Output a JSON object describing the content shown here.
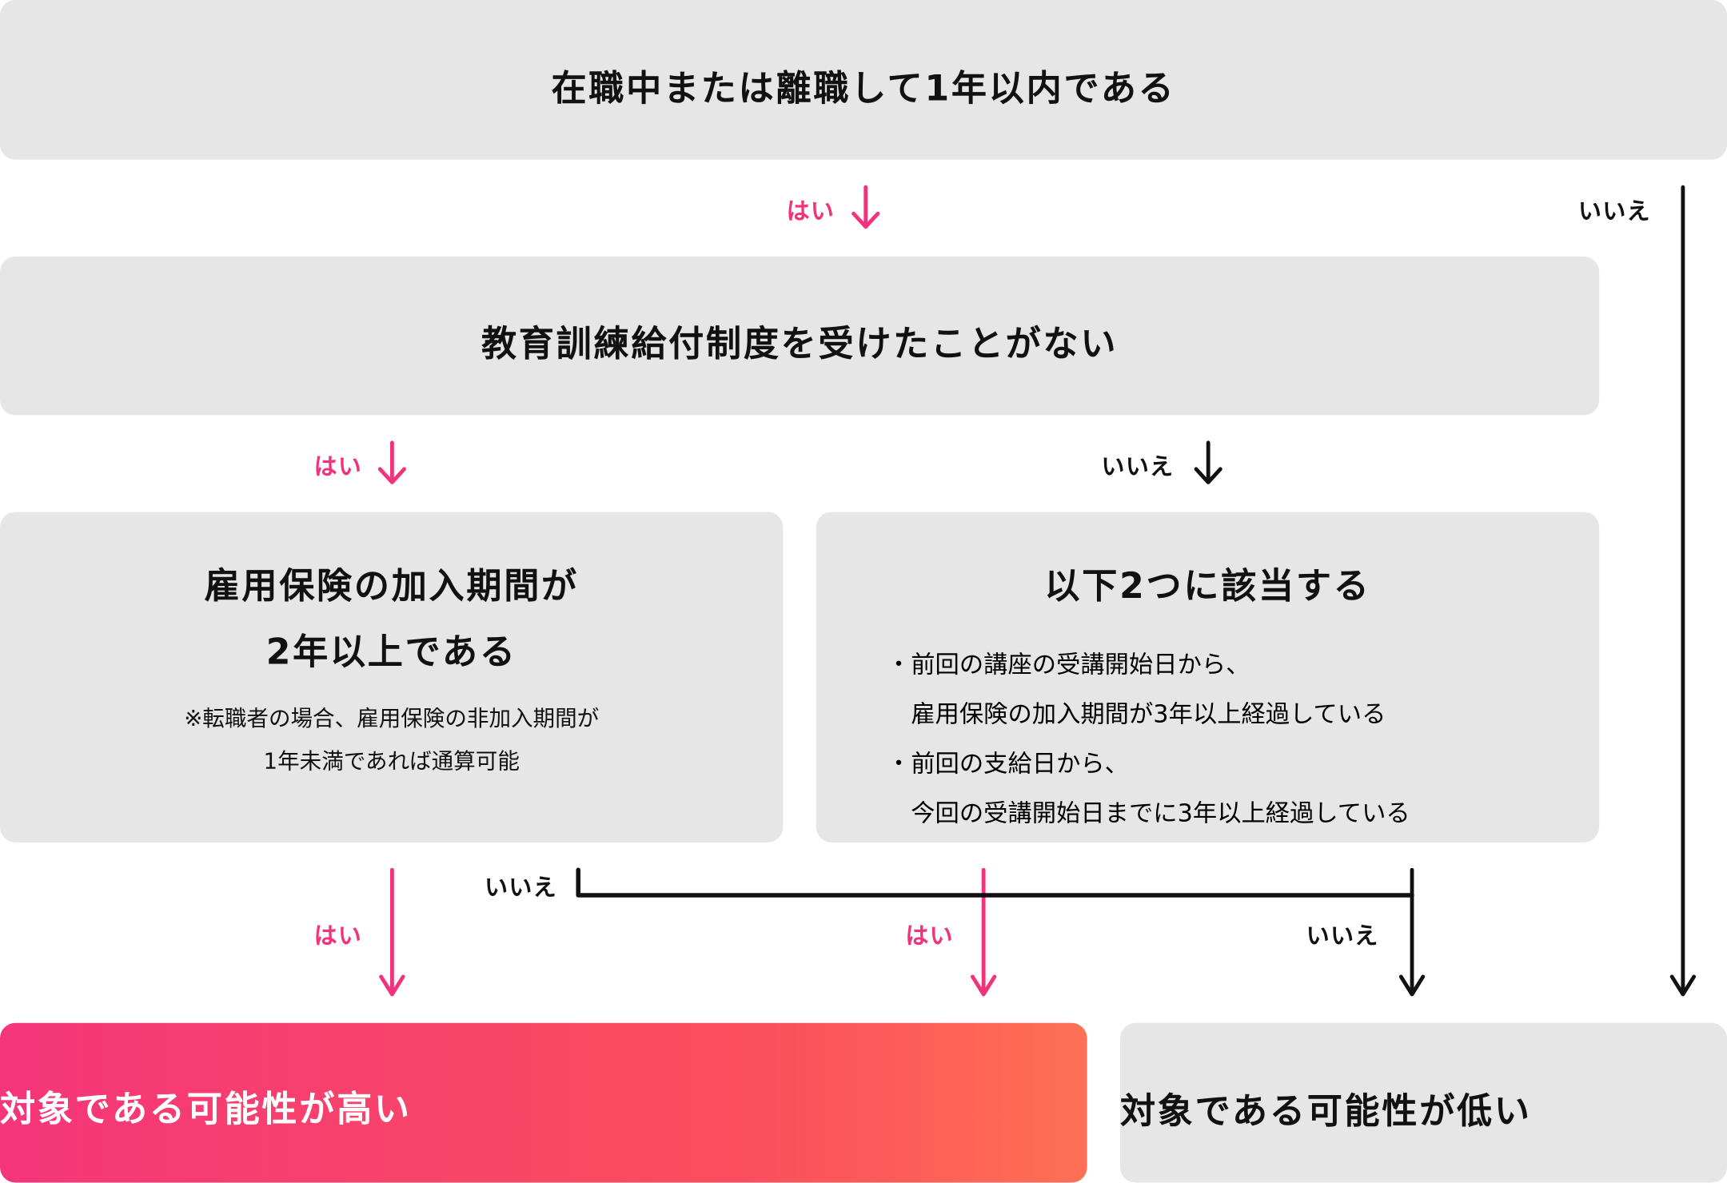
{
  "q1": {
    "text": "在職中または離職して1年以内である",
    "yes": "はい",
    "no": "いいえ"
  },
  "q2": {
    "text": "教育訓練給付制度を受けたことがない",
    "yes": "はい",
    "no": "いいえ"
  },
  "q3": {
    "line1": "雇用保険の加入期間が",
    "line2": "2年以上である",
    "note1": "※転職者の場合、雇用保険の非加入期間が",
    "note2": "1年未満であれば通算可能",
    "yes": "はい",
    "no": "いいえ"
  },
  "q4": {
    "title": "以下2つに該当する",
    "bullets": [
      "・前回の講座の受講開始日から、",
      "雇用保険の加入期間が3年以上経過している",
      "・前回の支給日から、",
      "今回の受講開始日までに3年以上経過している"
    ],
    "yes": "はい",
    "no": "いいえ"
  },
  "results": {
    "high": "対象である可能性が高い",
    "low": "対象である可能性が低い"
  },
  "colors": {
    "accent": "#f0337a",
    "box": "#e6e6e6",
    "gradient_start": "#f5367a",
    "gradient_end": "#ff7055"
  }
}
